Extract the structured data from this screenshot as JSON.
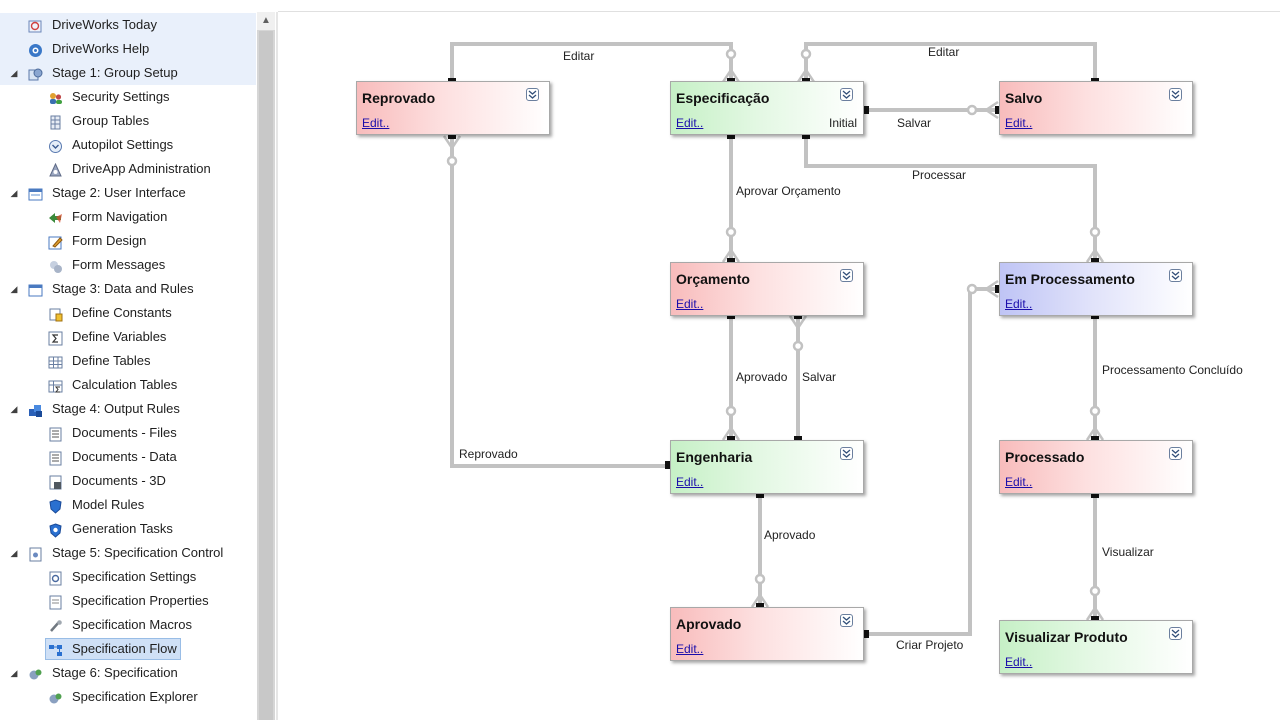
{
  "tree": {
    "items": [
      {
        "label": "DriveWorks Today",
        "icon": "driveworks-today-icon"
      },
      {
        "label": "DriveWorks Help",
        "icon": "help-icon"
      },
      {
        "label": "Stage 1: Group Setup",
        "icon": "group-setup-icon"
      },
      {
        "label": "Security Settings",
        "icon": "security-users-icon"
      },
      {
        "label": "Group Tables",
        "icon": "group-tables-icon"
      },
      {
        "label": "Autopilot Settings",
        "icon": "autopilot-icon"
      },
      {
        "label": "DriveApp Administration",
        "icon": "driveapp-icon"
      },
      {
        "label": "Stage 2: User Interface",
        "icon": "user-interface-icon"
      },
      {
        "label": "Form Navigation",
        "icon": "form-navigation-icon"
      },
      {
        "label": "Form Design",
        "icon": "form-design-icon"
      },
      {
        "label": "Form Messages",
        "icon": "form-messages-icon"
      },
      {
        "label": "Stage 3: Data and Rules",
        "icon": "data-rules-icon"
      },
      {
        "label": "Define Constants",
        "icon": "constants-icon"
      },
      {
        "label": "Define Variables",
        "icon": "variables-sigma-icon"
      },
      {
        "label": "Define Tables",
        "icon": "tables-grid-icon"
      },
      {
        "label": "Calculation Tables",
        "icon": "calculation-tables-icon"
      },
      {
        "label": "Stage 4: Output Rules",
        "icon": "output-rules-icon"
      },
      {
        "label": "Documents - Files",
        "icon": "document-files-icon"
      },
      {
        "label": "Documents - Data",
        "icon": "document-data-icon"
      },
      {
        "label": "Documents - 3D",
        "icon": "document-3d-icon"
      },
      {
        "label": "Model Rules",
        "icon": "model-rules-shield-icon"
      },
      {
        "label": "Generation Tasks",
        "icon": "generation-tasks-shield-icon"
      },
      {
        "label": "Stage 5: Specification Control",
        "icon": "specification-control-icon"
      },
      {
        "label": "Specification Settings",
        "icon": "specification-settings-icon"
      },
      {
        "label": "Specification Properties",
        "icon": "specification-properties-icon"
      },
      {
        "label": "Specification Macros",
        "icon": "specification-macros-icon"
      },
      {
        "label": "Specification Flow",
        "icon": "specification-flow-icon"
      },
      {
        "label": "Stage 6: Specification",
        "icon": "specification-icon"
      },
      {
        "label": "Specification Explorer",
        "icon": "specification-explorer-icon"
      }
    ]
  },
  "flow": {
    "edit_label": "Edit..",
    "nodes": {
      "reprovado": {
        "title": "Reprovado",
        "color": "#f8bcbc"
      },
      "especificacao": {
        "title": "Especificação",
        "color": "#c6f0c6",
        "label": "Initial"
      },
      "salvo": {
        "title": "Salvo",
        "color": "#f8bcbc"
      },
      "orcamento": {
        "title": "Orçamento",
        "color": "#f8bcbc"
      },
      "em_processamento": {
        "title": "Em Processamento",
        "color": "#bfc4f5"
      },
      "engenharia": {
        "title": "Engenharia",
        "color": "#c6f0c6"
      },
      "processado": {
        "title": "Processado",
        "color": "#f8bcbc"
      },
      "aprovado": {
        "title": "Aprovado",
        "color": "#f8bcbc"
      },
      "visualizar_produto": {
        "title": "Visualizar Produto",
        "color": "#c6f0c6"
      }
    },
    "transitions": {
      "editar_1": "Editar",
      "editar_2": "Editar",
      "salvar_1": "Salvar",
      "processar": "Processar",
      "aprovar_orcamento": "Aprovar Orçamento",
      "aprovado_1": "Aprovado",
      "salvar_2": "Salvar",
      "reprovado": "Reprovado",
      "processamento_concluido": "Processamento Concluído",
      "aprovado_2": "Aprovado",
      "visualizar": "Visualizar",
      "criar_projeto": "Criar Projeto"
    }
  }
}
